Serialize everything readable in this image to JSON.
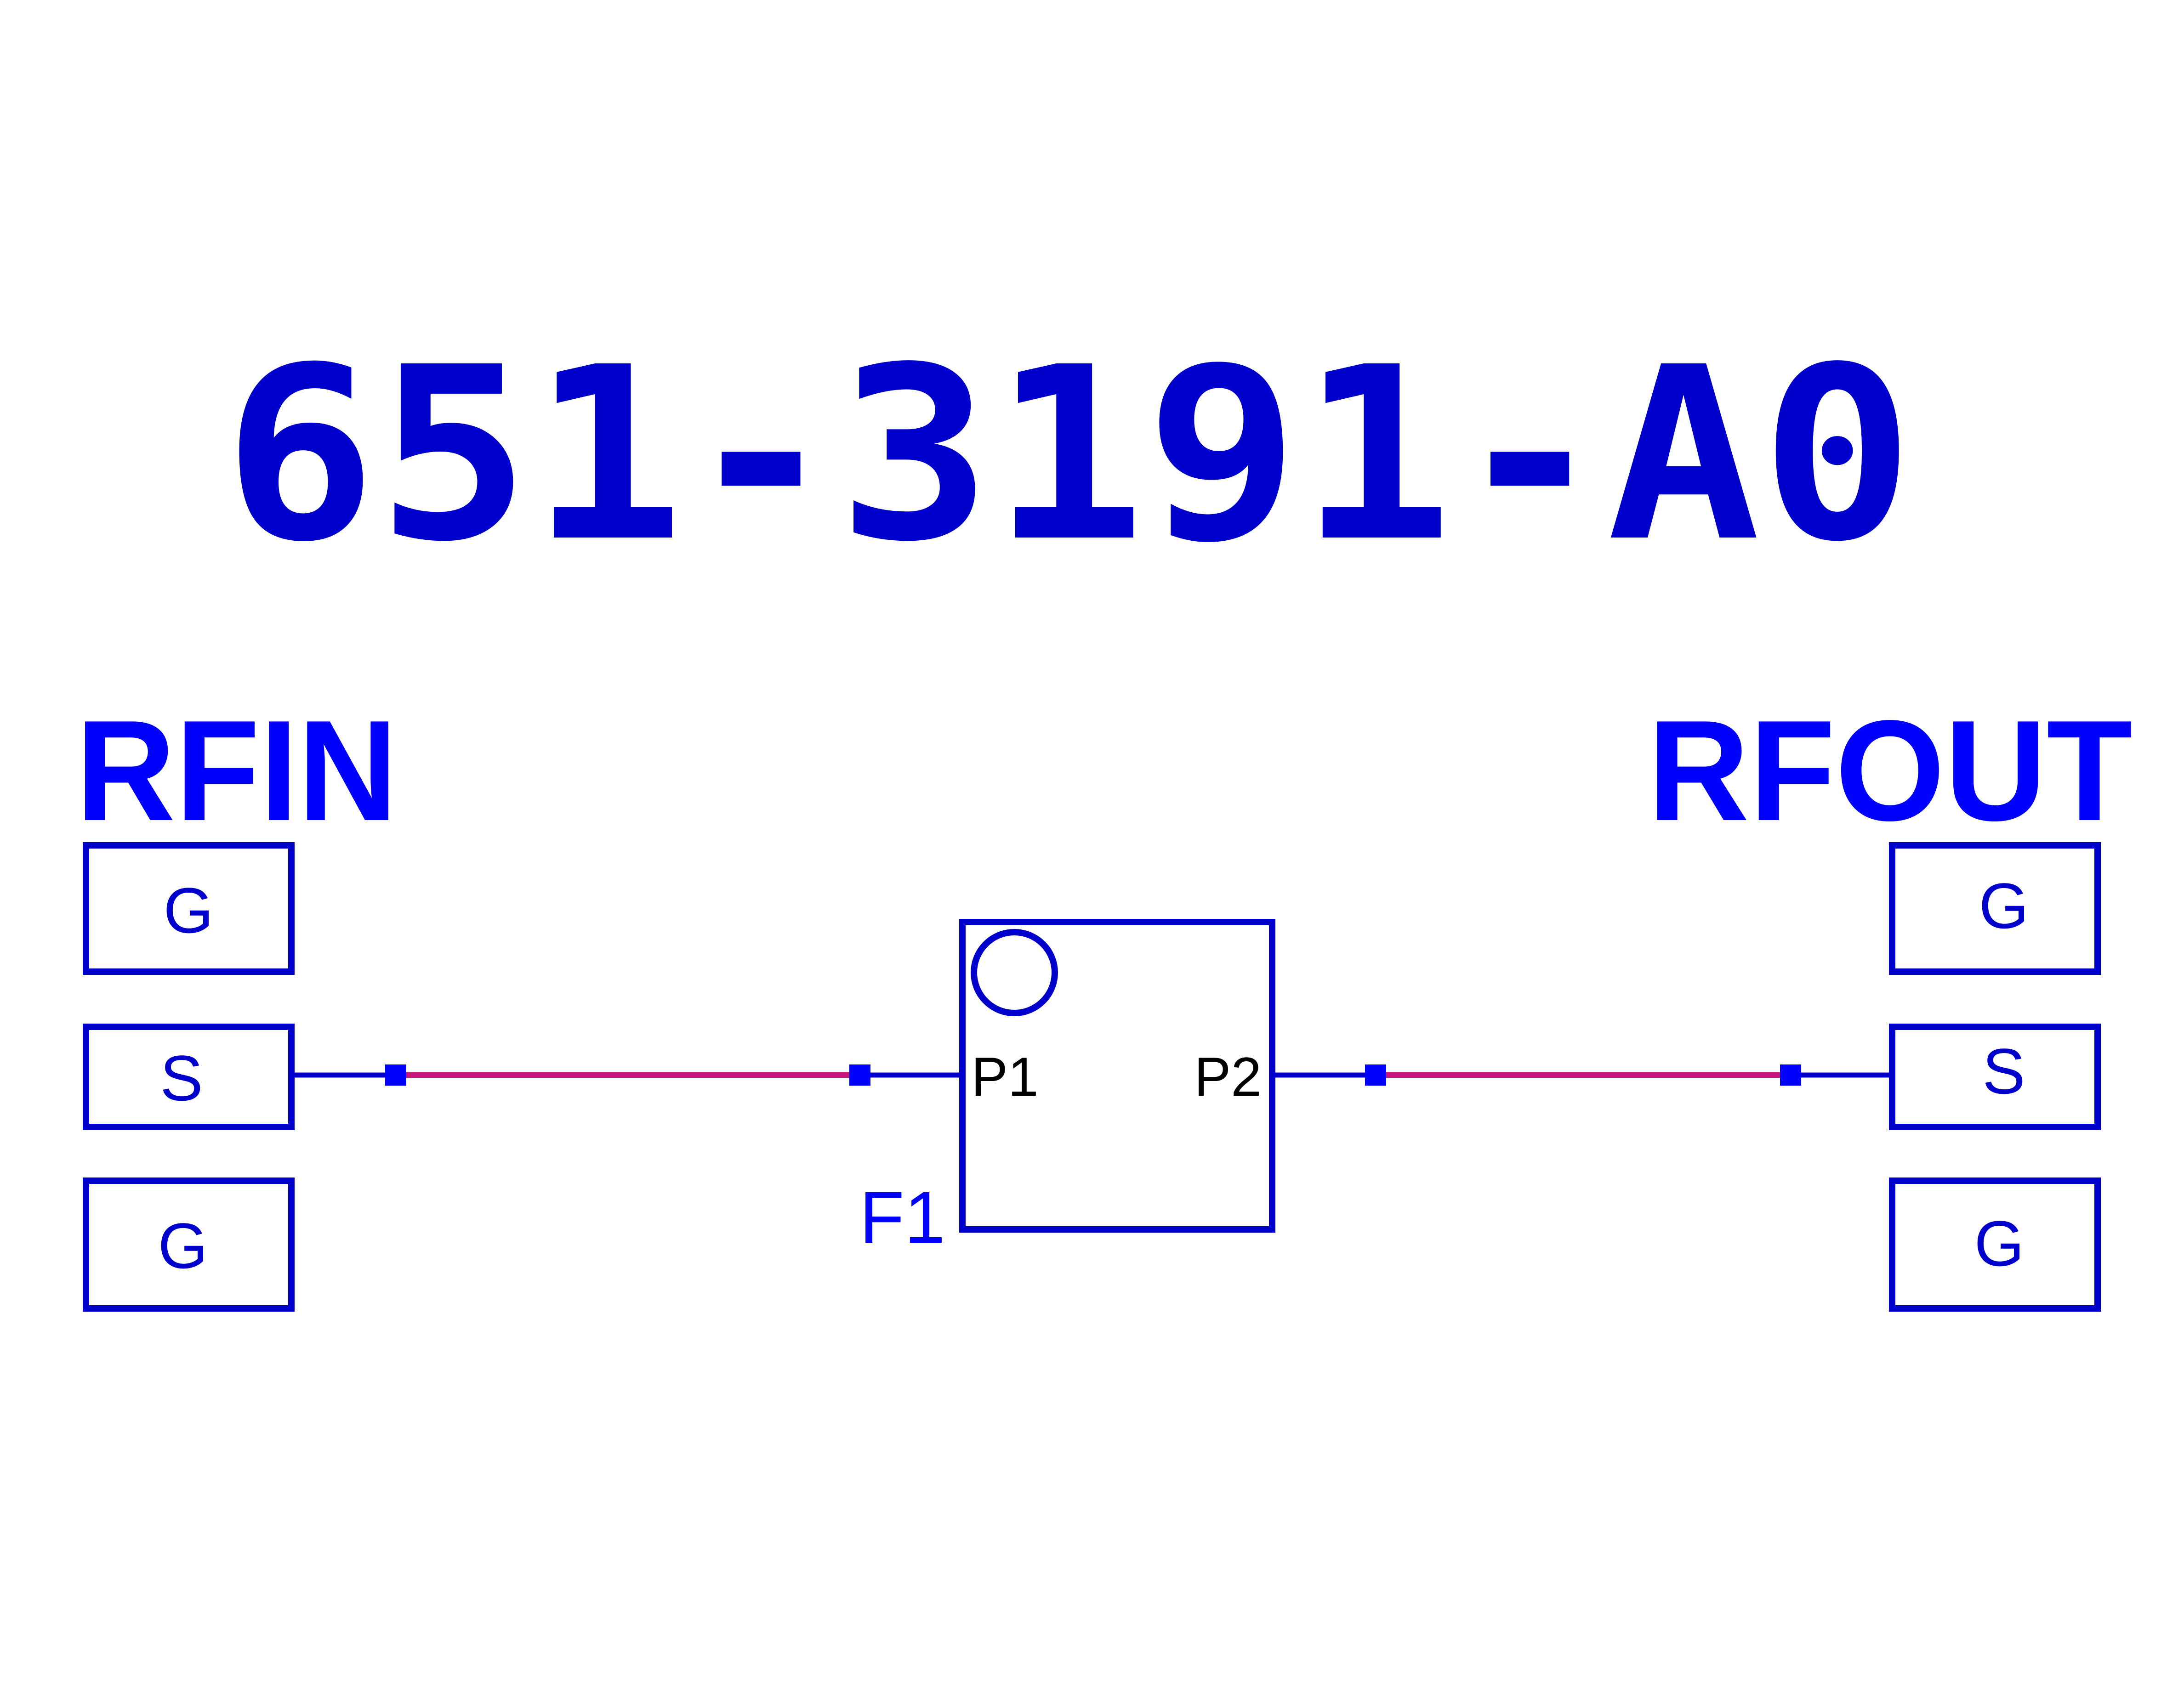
{
  "title": "651-3191-A0",
  "ports": {
    "input": {
      "name": "RFIN",
      "pads": [
        {
          "label": "G"
        },
        {
          "label": "S"
        },
        {
          "label": "G"
        }
      ]
    },
    "output": {
      "name": "RFOUT",
      "pads": [
        {
          "label": "G"
        },
        {
          "label": "S"
        },
        {
          "label": "G"
        }
      ]
    }
  },
  "component": {
    "designator": "F1",
    "pin1": "P1",
    "pin2": "P2"
  },
  "colors": {
    "title": "#0000CC",
    "port_name": "#0000FF",
    "outline": "#0000CC",
    "wire": "#0000CC",
    "transmission_line": "#C8147E",
    "node": "#0000FF",
    "pin_text": "#000000"
  }
}
